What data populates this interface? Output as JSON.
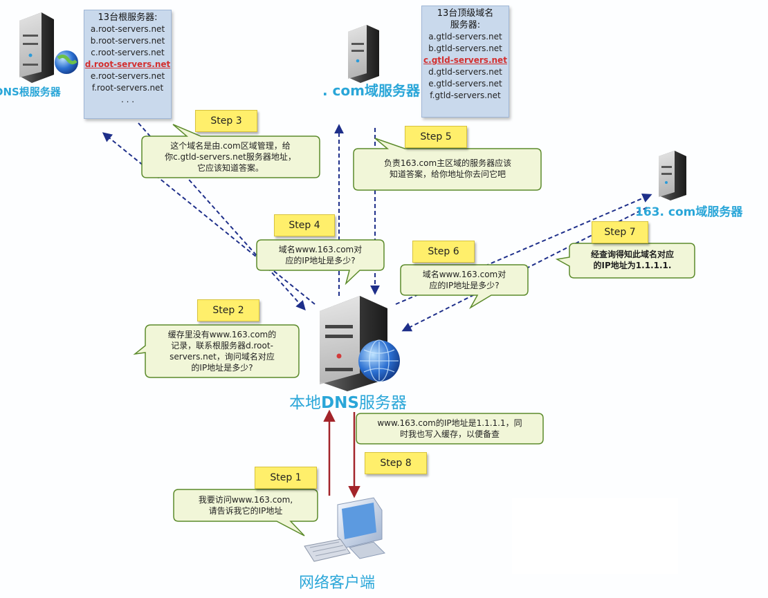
{
  "root_server": {
    "label": "DNS根服务器",
    "list_title": "13台根服务器:",
    "list": [
      "a.root-servers.net",
      "b.root-servers.net",
      "c.root-servers.net",
      "d.root-servers.net",
      "e.root-servers.net",
      "f.root-servers.net",
      ". . ."
    ],
    "highlight_index": 3
  },
  "com_server": {
    "label": ". com域服务器",
    "list_title_1": "13台顶级域名",
    "list_title_2": "服务器:",
    "list": [
      "a.gtld-servers.net",
      "b.gtld-servers.net",
      "c.gtld-servers.net",
      "d.gtld-servers.net",
      "e.gtld-servers.net",
      "f.gtld-servers.net"
    ],
    "highlight_index": 2
  },
  "server_163": {
    "label": "163. com域服务器"
  },
  "local_dns": {
    "label_prefix": "本地",
    "label_bold": "DNS",
    "label_suffix": "服务器"
  },
  "client": {
    "label": "网络客户端"
  },
  "steps": {
    "s1": "Step 1",
    "s2": "Step 2",
    "s3": "Step 3",
    "s4": "Step 4",
    "s5": "Step 5",
    "s6": "Step 6",
    "s7": "Step 7",
    "s8": "Step 8"
  },
  "bubbles": {
    "b1": [
      "我要访问www.163.com,",
      "请告诉我它的IP地址"
    ],
    "b2": [
      "缓存里没有www.163.com的",
      "记录，联系根服务器d.root-",
      "servers.net，询问域名对应",
      "的IP地址是多少?"
    ],
    "b3": [
      "这个域名是由.com区域管理，给",
      "你c.gtld-servers.net服务器地址，",
      "它应该知道答案。"
    ],
    "b4": [
      "域名www.163.com对",
      "应的IP地址是多少?"
    ],
    "b5": [
      "负责163.com主区域的服务器应该",
      "知道答案，给你地址你去问它吧"
    ],
    "b6": [
      "域名www.163.com对",
      "应的IP地址是多少?"
    ],
    "b7": [
      "经查询得知此域名对应",
      "的IP地址为1.1.1.1."
    ],
    "b8": [
      "www.163.com的IP地址是1.1.1.1，同",
      "时我也写入缓存，以便备查"
    ]
  },
  "colors": {
    "arrow_blue": "#1e2f8a",
    "arrow_red": "#a3242a",
    "bubble_fill": "#f1f6d8",
    "bubble_stroke": "#5b8a2a",
    "step_fill": "#ffef6b",
    "label_blue": "#2aa6d8"
  }
}
